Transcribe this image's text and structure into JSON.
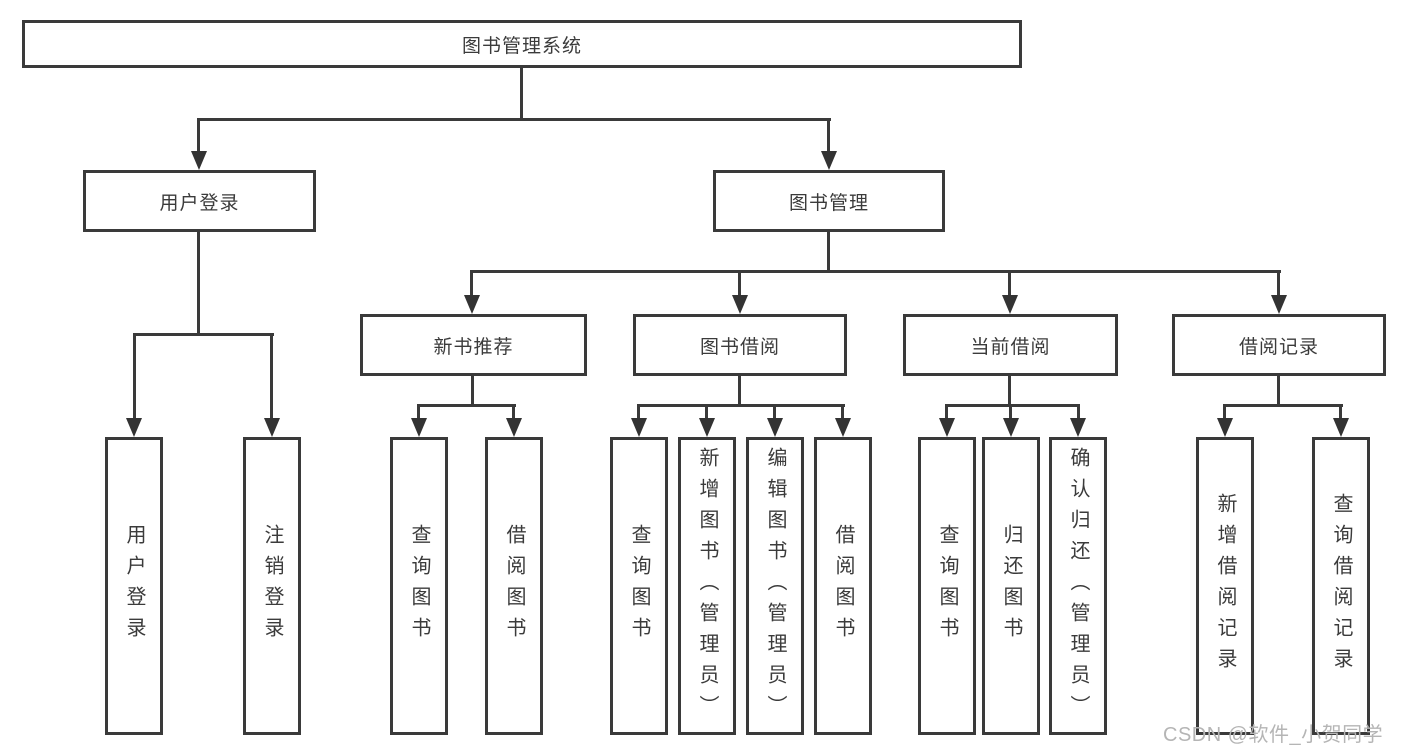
{
  "colors": {
    "line": "#3a3a3a",
    "text": "#3b3b3b",
    "box_background": "#ffffff",
    "watermark": "#b5b5b5"
  },
  "watermark": "CSDN @软件_小贺同学",
  "tree": {
    "root": {
      "label": "图书管理系统"
    },
    "branches": [
      {
        "label": "用户登录",
        "children": [
          {
            "label": "用户登录"
          },
          {
            "label": "注销登录"
          }
        ]
      },
      {
        "label": "图书管理",
        "children": [
          {
            "label": "新书推荐",
            "children": [
              {
                "label": "查询图书"
              },
              {
                "label": "借阅图书"
              }
            ]
          },
          {
            "label": "图书借阅",
            "children": [
              {
                "label": "查询图书"
              },
              {
                "label": "新增图书（管理员）"
              },
              {
                "label": "编辑图书（管理员）"
              },
              {
                "label": "借阅图书"
              }
            ]
          },
          {
            "label": "当前借阅",
            "children": [
              {
                "label": "查询图书"
              },
              {
                "label": "归还图书"
              },
              {
                "label": "确认归还（管理员）"
              }
            ]
          },
          {
            "label": "借阅记录",
            "children": [
              {
                "label": "新增借阅记录"
              },
              {
                "label": "查询借阅记录"
              }
            ]
          }
        ]
      }
    ]
  }
}
